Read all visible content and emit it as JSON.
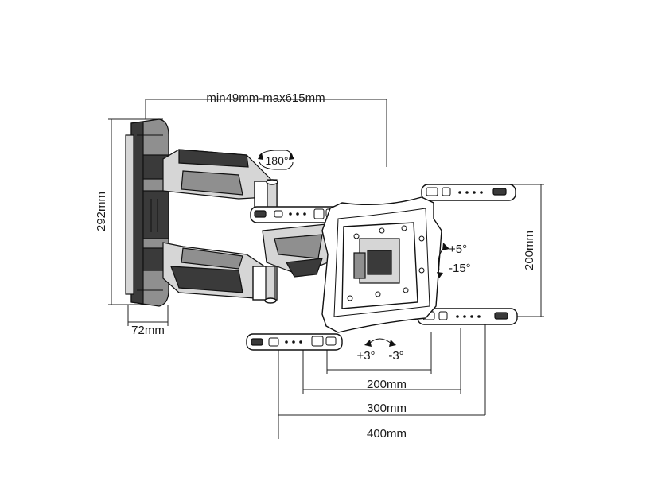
{
  "dimensions": {
    "arm_extension": "min49mm-max615mm",
    "plate_height": "292mm",
    "plate_depth": "72mm",
    "vertical_vesa": "200mm",
    "horizontal_200": "200mm",
    "horizontal_300": "300mm",
    "horizontal_400": "400mm"
  },
  "rotation": {
    "swivel": "180°",
    "tilt_up": "+5°",
    "tilt_down": "-15°",
    "level_left": "+3°",
    "level_right": "-3°"
  }
}
